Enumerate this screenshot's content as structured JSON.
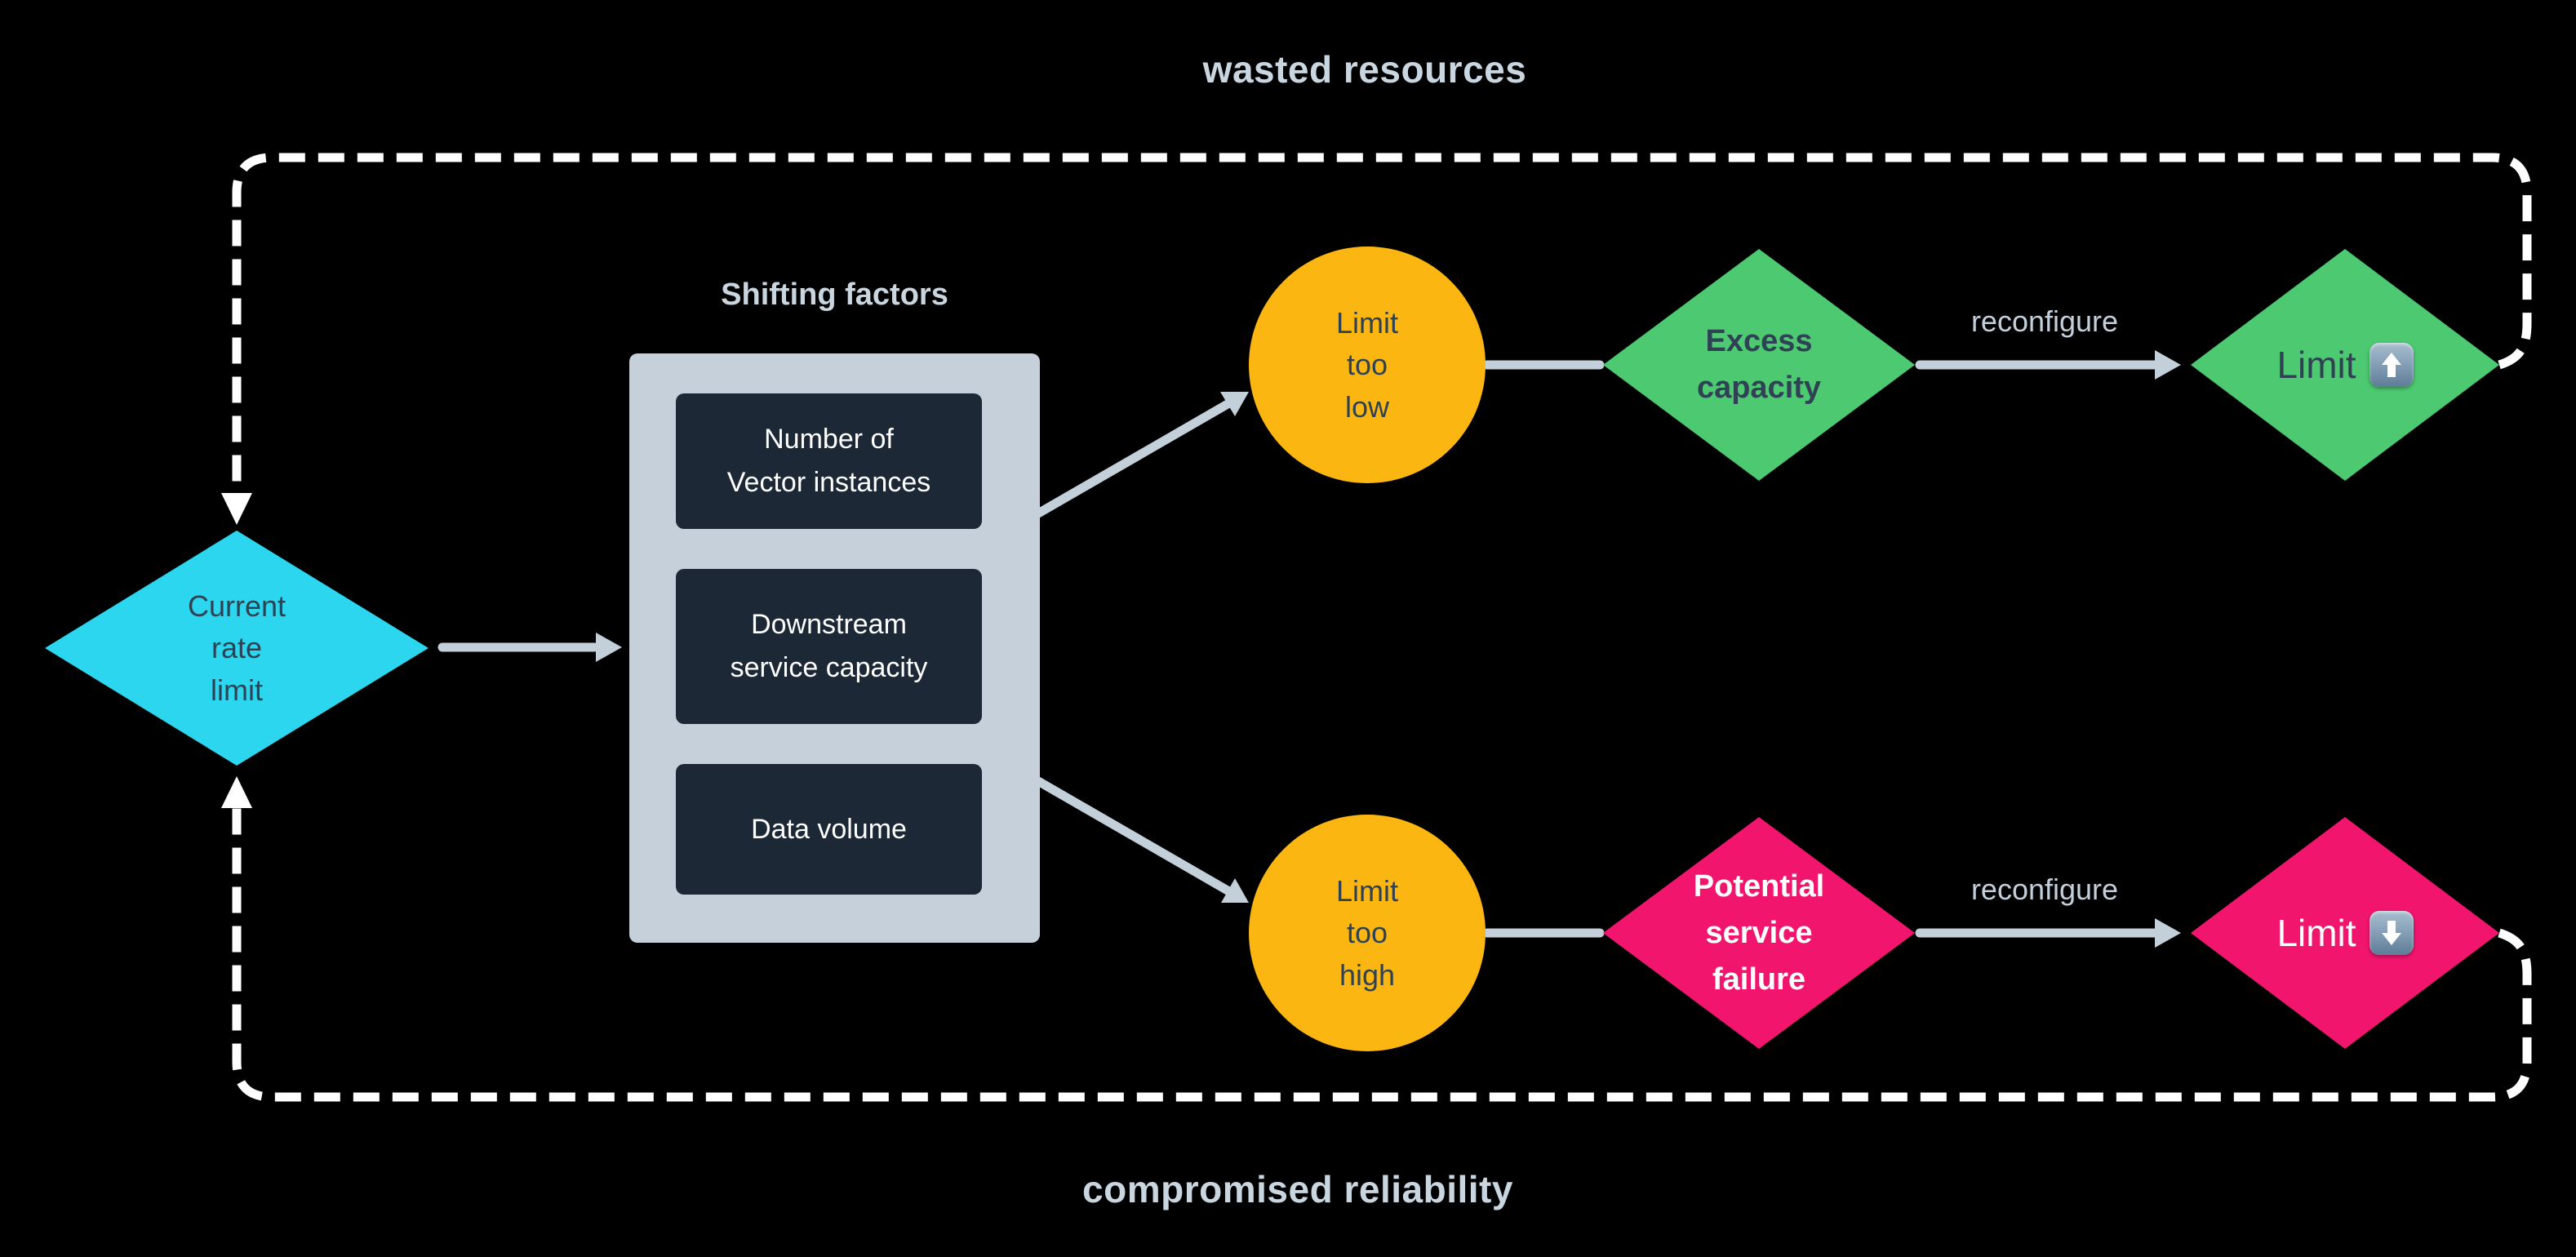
{
  "captions": {
    "top": "wasted resources",
    "bottom": "compromised reliability"
  },
  "start_node": {
    "label": "Current\nrate\nlimit"
  },
  "factors": {
    "heading": "Shifting factors",
    "items": [
      "Number of\nVector instances",
      "Downstream\nservice capacity",
      "Data volume"
    ]
  },
  "upper_path": {
    "condition": "Limit\ntoo\nlow",
    "consequence": "Excess\ncapacity",
    "edge_label": "reconfigure",
    "action_label": "Limit",
    "action_icon": "up-arrow-emoji"
  },
  "lower_path": {
    "condition": "Limit\ntoo\nhigh",
    "consequence": "Potential\nservice\nfailure",
    "edge_label": "reconfigure",
    "action_label": "Limit",
    "action_icon": "down-arrow-emoji"
  },
  "colors": {
    "background": "#000000",
    "accent_cyan": "#2BD6EE",
    "accent_yellow": "#FBB612",
    "accent_green": "#4DC971",
    "accent_pink": "#F1156E",
    "navy_text": "#2E4254",
    "card_navy": "#1C2836",
    "panel_gray": "#C5D0DA",
    "arrow_gray": "#C3CFD9",
    "label_gray": "#C9D6E0",
    "loop_white": "#FFFFFF"
  }
}
